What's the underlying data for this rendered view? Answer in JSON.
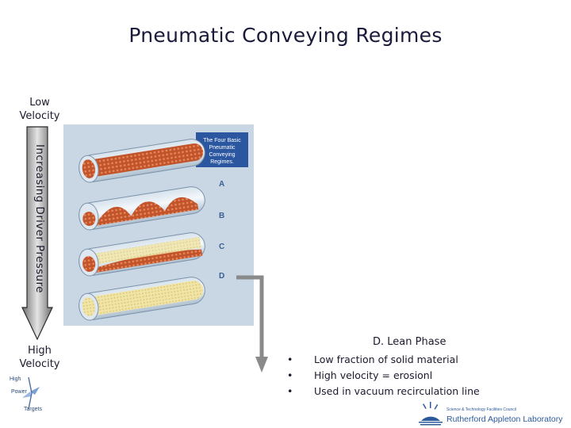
{
  "title": "Pneumatic Conveying Regimes",
  "axis": {
    "top_label": "Low Velocity",
    "bottom_label": "High Velocity",
    "arrow_label": "Increasing Driver Pressure"
  },
  "figure": {
    "caption": "The Four Basic Pneumatic Conveying Regimes.",
    "regimes": [
      "A",
      "B",
      "C",
      "D"
    ]
  },
  "lean_phase": {
    "title": "D. Lean Phase",
    "bullets": [
      "Low fraction of solid material",
      "High velocity = erosionl",
      "Used in vacuum recirculation line"
    ]
  },
  "logos": {
    "ral_top": "Science & Technology Facilities Council",
    "ral_name": "Rutherford Appleton Laboratory",
    "hpt": [
      "High",
      "Power",
      "Targets"
    ]
  }
}
